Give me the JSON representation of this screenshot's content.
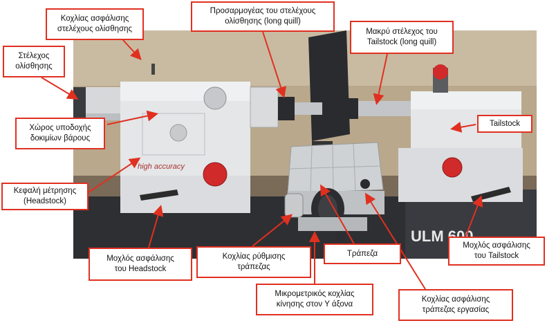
{
  "photo": {
    "machine_text_brand": "high accuracy",
    "machine_text_model": "ULM 600",
    "colors": {
      "background_wall": "#b9a88c",
      "machine_body": "#e4e6e8",
      "base_dark": "#2e2f33",
      "knob_red": "#d12a2a",
      "label_red": "#a8302c",
      "callout_border": "#e03020"
    }
  },
  "callouts": [
    {
      "id": "c1",
      "text": "Κοχλίας ασφάλισης\nστελέχους ολίσθησης"
    },
    {
      "id": "c2",
      "text": "Προσαρμογέας του στελέχους\nολίσθησης (long quill)"
    },
    {
      "id": "c3",
      "text": "Μακρύ στέλεχος του\nTailstock (long quill)"
    },
    {
      "id": "c4",
      "text": "Στέλεχος\nολίσθησης"
    },
    {
      "id": "c5",
      "text": "Χώρος υποδοχής\nδοκιμίων βάρους"
    },
    {
      "id": "c6",
      "text": "Tailstock"
    },
    {
      "id": "c7",
      "text": "Κεφαλή μέτρησης\n(Headstock)"
    },
    {
      "id": "c8",
      "text": "Μοχλός ασφάλισης\nτου Headstock"
    },
    {
      "id": "c9",
      "text": "Κοχλίας ρύθμισης\nτράπεζας"
    },
    {
      "id": "c10",
      "text": "Τράπεζα"
    },
    {
      "id": "c11",
      "text": "Μοχλός ασφάλισης\nτου Tailstock"
    },
    {
      "id": "c12",
      "text": "Μικρομετρικός κοχλίας\nκίνησης στον Y άξονα"
    },
    {
      "id": "c13",
      "text": "Κοχλίας ασφάλισης\nτράπεζας εργασίας"
    }
  ]
}
